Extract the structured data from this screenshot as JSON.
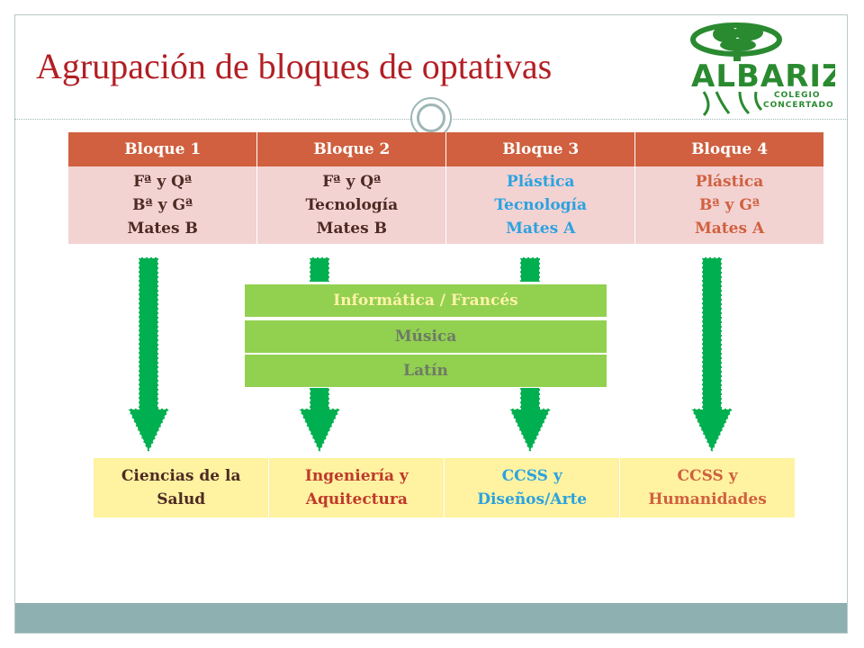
{
  "slide": {
    "title": "Agrupación de bloques de optativas"
  },
  "logo": {
    "name": "ALBARIZA",
    "line1": "COLEGIO",
    "line2": "CONCERTADO"
  },
  "blocks": [
    {
      "header": "Bloque 1",
      "subjects": [
        "Fª y Qª",
        "Bª y Gª",
        "Mates B"
      ],
      "color": "#4d2a22"
    },
    {
      "header": "Bloque 2",
      "subjects": [
        "Fª y Qª",
        "Tecnología",
        "Mates B"
      ],
      "color": "#4d2a22"
    },
    {
      "header": "Bloque 3",
      "subjects": [
        "Plástica",
        "Tecnología",
        "Mates A"
      ],
      "color": "#2ba3e0"
    },
    {
      "header": "Bloque 4",
      "subjects": [
        "Plástica",
        "Bª y Gª",
        "Mates A"
      ],
      "color": "#d0603f"
    }
  ],
  "optional_subjects": [
    "Informática / Francés",
    "Música",
    "Latín"
  ],
  "outcomes": [
    {
      "line1": "Ciencias de la",
      "line2": "Salud"
    },
    {
      "line1": "Ingeniería y",
      "line2": "Aquitectura"
    },
    {
      "line1": "CCSS  y",
      "line2": "Diseños/Arte"
    },
    {
      "line1": "CCSS y",
      "line2": "Humanidades"
    }
  ],
  "colors": {
    "title": "#b21f24",
    "block_header": "#d0603f",
    "block_body": "#f3d2d2",
    "arrow": "#00b050",
    "optional_rows": "#92d050",
    "outcome_body": "#fff2a0",
    "footer_bar": "#8eb0b0"
  }
}
